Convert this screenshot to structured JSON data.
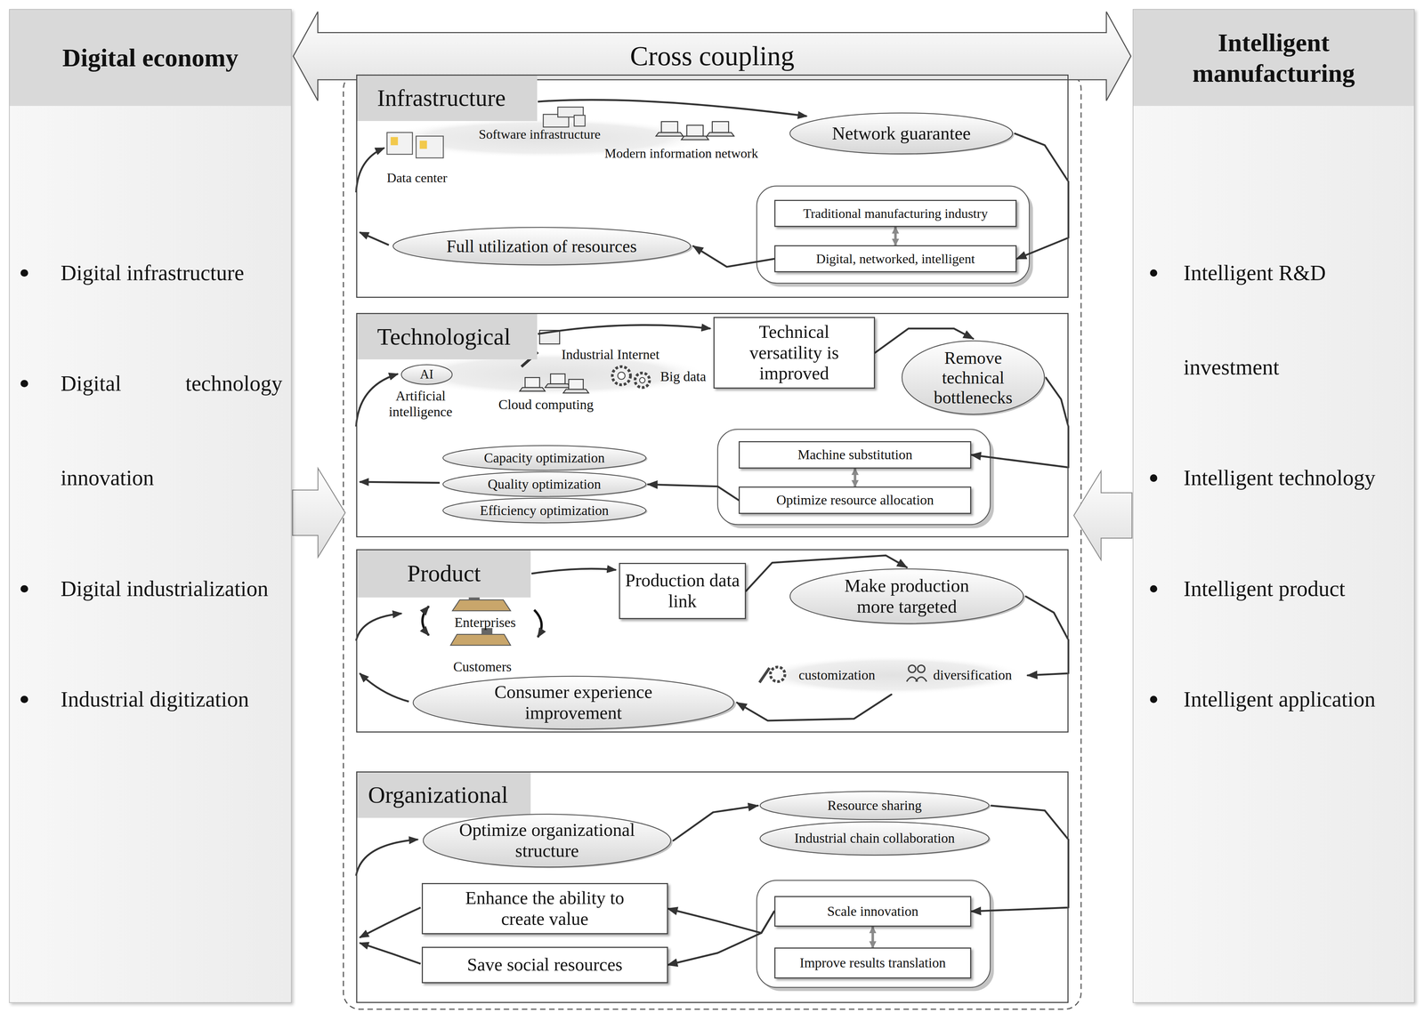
{
  "diagram": {
    "nodes": [
      {
        "text": [
          "Digital economy",
          "Digital infrastructure",
          "Digital technology innovation",
          "Digital industrialization",
          "Industrial digitization"
        ]
      },
      {
        "text": [
          "Cross coupling"
        ]
      },
      {
        "text": [
          "Intelligent manufacturing",
          "Intelligent R&D investment",
          "Intelligent technology",
          "Intelligent product",
          "Intelligent application"
        ]
      },
      {
        "text": [
          "Infrastructure"
        ]
      },
      {
        "text": [
          "Network guarantee"
        ],
        "in": 3
      },
      {
        "text": [
          "Traditional manufacturing industry"
        ],
        "in": 3
      },
      {
        "text": [
          "Digital, networked, intelligent"
        ],
        "in": 3
      },
      {
        "text": [
          "Full utilization of resources"
        ],
        "in": 3
      },
      {
        "text": [
          "Technological"
        ]
      },
      {
        "text": [
          "AI"
        ],
        "in": 8
      },
      {
        "text": [
          "Technical versatility is improved"
        ],
        "in": 8
      },
      {
        "text": [
          "Remove technical bottlenecks"
        ],
        "in": 8
      },
      {
        "text": [
          "Machine substitution"
        ],
        "in": 8
      },
      {
        "text": [
          "Optimize resource allocation"
        ],
        "in": 8
      },
      {
        "text": [
          "Capacity optimization"
        ],
        "in": 8
      },
      {
        "text": [
          "Quality optimization"
        ],
        "in": 8
      },
      {
        "text": [
          "Efficiency optimization"
        ],
        "in": 8
      },
      {
        "text": [
          "Product"
        ]
      },
      {
        "text": [
          "Production data link"
        ],
        "in": 17
      },
      {
        "text": [
          "Make production more targeted"
        ],
        "in": 17
      },
      {
        "text": [
          "customization",
          "diversification"
        ],
        "in": 17
      },
      {
        "text": [
          "Consumer experience improvement"
        ],
        "in": 17
      },
      {
        "text": [
          "Organizational"
        ]
      },
      {
        "text": [
          "Optimize organizational structure"
        ],
        "in": 22
      },
      {
        "text": [
          "Resource sharing"
        ],
        "in": 22
      },
      {
        "text": [
          "Industrial chain collaboration"
        ],
        "in": 22
      },
      {
        "text": [
          "Scale innovation"
        ],
        "in": 22
      },
      {
        "text": [
          "Improve results translation"
        ],
        "in": 22
      },
      {
        "text": [
          "Enhance the ability to create value"
        ],
        "in": 22
      },
      {
        "text": [
          "Save social resources"
        ],
        "in": 22
      }
    ],
    "edges": [
      {
        "from": 4,
        "to": 6,
        "arrow": "to"
      },
      {
        "from": 5,
        "to": 6,
        "arrow": "both"
      },
      {
        "from": 6,
        "to": 7,
        "arrow": "to"
      },
      {
        "from": 10,
        "to": 11,
        "arrow": "to"
      },
      {
        "from": 11,
        "to": 12,
        "arrow": "to"
      },
      {
        "from": 12,
        "to": 13,
        "arrow": "both"
      },
      {
        "from": 13,
        "to": 15,
        "arrow": "to"
      },
      {
        "from": 18,
        "to": 19,
        "arrow": "to"
      },
      {
        "from": 19,
        "to": 20,
        "arrow": "to"
      },
      {
        "from": 20,
        "to": 21,
        "arrow": "to"
      },
      {
        "from": 23,
        "to": 24,
        "arrow": "to"
      },
      {
        "from": 24,
        "to": 26,
        "arrow": "to"
      },
      {
        "from": 26,
        "to": 27,
        "arrow": "both"
      },
      {
        "from": 26,
        "to": 28,
        "arrow": "to"
      },
      {
        "from": 26,
        "to": 29,
        "arrow": "to"
      }
    ],
    "labels": [
      "Software infrastructure",
      "Modern information network",
      "Data center",
      "Artificial intelligence",
      "Industrial Internet",
      "Big data",
      "Cloud computing",
      "Enterprises",
      "Customers"
    ]
  }
}
